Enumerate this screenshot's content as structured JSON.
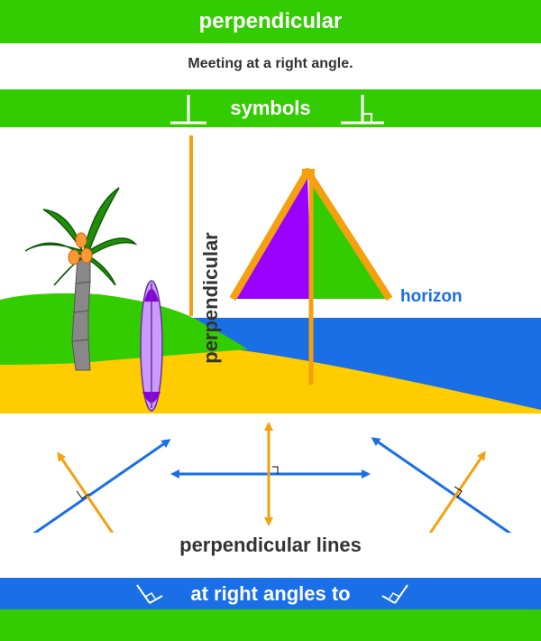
{
  "title": "perpendicular",
  "definition": "Meeting at a right angle.",
  "symbols_label": "symbols",
  "scene": {
    "vertical_label": "perpendicular",
    "horizon_label": "horizon"
  },
  "lines_caption": "perpendicular lines",
  "footer_label": "at right angles to",
  "colors": {
    "green": "#33cc00",
    "blue": "#1a6ee6",
    "orange": "#f5a00f",
    "sand": "#ffcc00",
    "purple": "#9900ff",
    "text": "#333333"
  },
  "icons": [
    "perpendicular-symbol-icon",
    "right-angle-box-symbol-icon",
    "palm-tree-icon",
    "surfboard-icon",
    "beach-umbrella-icon",
    "arrow-icon",
    "right-angle-marker-icon"
  ]
}
